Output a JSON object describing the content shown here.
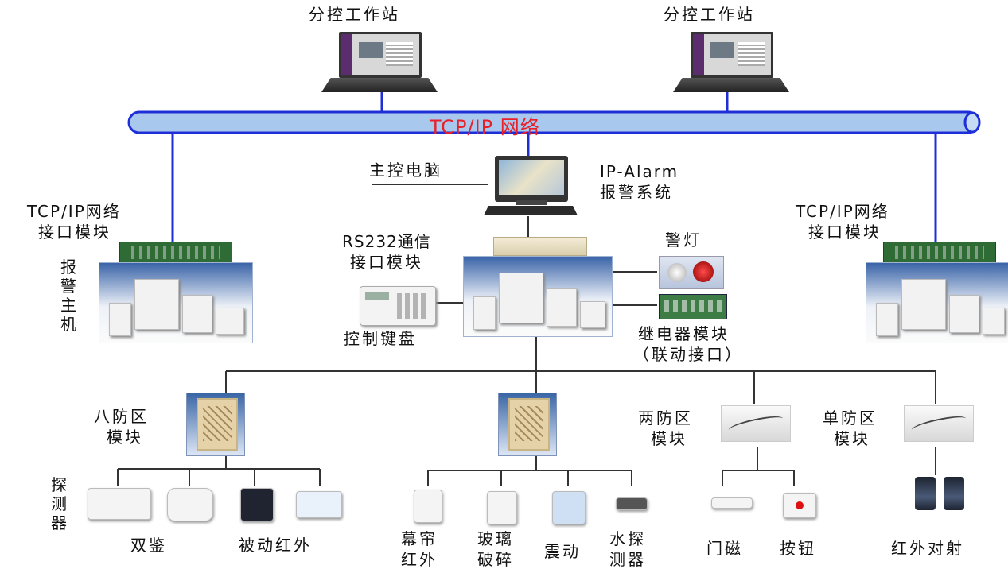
{
  "network": {
    "bus_label": "TCP/IP 网络"
  },
  "workstations": [
    {
      "label": "分控工作站"
    },
    {
      "label": "分控工作站"
    }
  ],
  "center": {
    "main_pc_label": "主控电脑",
    "system_label_line1": "IP-Alarm",
    "system_label_line2": "报警系统",
    "rs232_line1": "RS232通信",
    "rs232_line2": "接口模块",
    "warning_light": "警灯",
    "keypad": "控制键盘",
    "relay_line1": "继电器模块",
    "relay_line2": "（联动接口）"
  },
  "side_modules": [
    {
      "line1": "TCP/IP网络",
      "line2": "接口模块"
    },
    {
      "line1": "TCP/IP网络",
      "line2": "接口模块"
    }
  ],
  "host_label_chars": [
    "报",
    "警",
    "主",
    "机"
  ],
  "zone_modules": {
    "eight_line1": "八防区",
    "eight_line2": "模块",
    "two_line1": "两防区",
    "two_line2": "模块",
    "single_line1": "单防区",
    "single_line2": "模块"
  },
  "detector_label_chars": [
    "探",
    "测",
    "器"
  ],
  "devices": {
    "dual": "双鉴",
    "pir": "被动红外",
    "curtain_line1": "幕帘",
    "curtain_line2": "红外",
    "glass_line1": "玻璃",
    "glass_line2": "破碎",
    "vibration": "震动",
    "water_line1": "水探",
    "water_line2": "测器",
    "door": "门磁",
    "button": "按钮",
    "beam": "红外对射"
  },
  "colors": {
    "bus_fill": "#a9c8ee",
    "bus_stroke": "#1f2fd8",
    "bus_text": "#e8202a",
    "link": "#1f2fd8"
  }
}
